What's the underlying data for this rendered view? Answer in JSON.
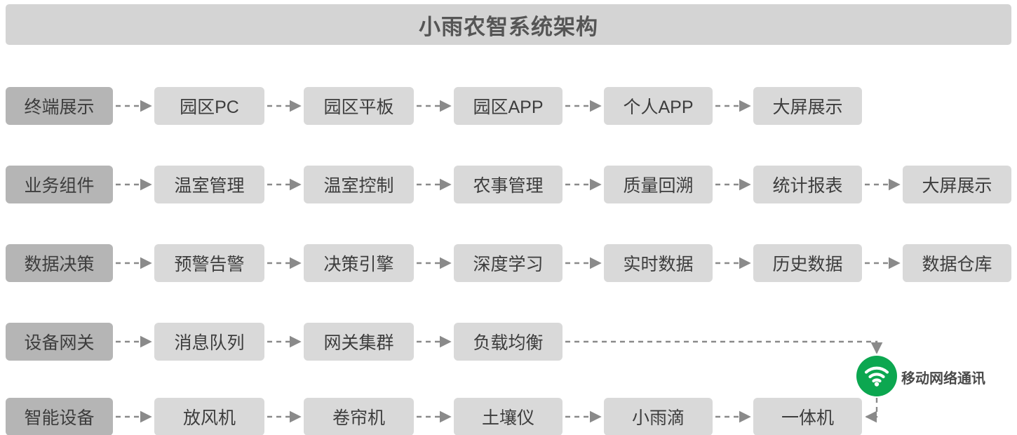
{
  "title": "小雨农智系统架构",
  "colors": {
    "banner_bg": "#d4d4d4",
    "row_label_bg": "#b5b5b5",
    "node_bg": "#d9d9d9",
    "text": "#3d3d3d",
    "connector": "#8a8a8a",
    "wifi_green": "#0ca750"
  },
  "rows": [
    {
      "label": "终端展示",
      "items": [
        "园区PC",
        "园区平板",
        "园区APP",
        "个人APP",
        "大屏展示"
      ]
    },
    {
      "label": "业务组件",
      "items": [
        "温室管理",
        "温室控制",
        "农事管理",
        "质量回溯",
        "统计报表",
        "大屏展示"
      ]
    },
    {
      "label": "数据决策",
      "items": [
        "预警告警",
        "决策引擎",
        "深度学习",
        "实时数据",
        "历史数据",
        "数据仓库"
      ]
    },
    {
      "label": "设备网关",
      "items": [
        "消息队列",
        "网关集群",
        "负载均衡"
      ]
    },
    {
      "label": "智能设备",
      "items": [
        "放风机",
        "卷帘机",
        "土壤仪",
        "小雨滴",
        "一体机"
      ]
    }
  ],
  "badge": {
    "icon": "wifi-icon",
    "label": "移动网络通讯"
  }
}
